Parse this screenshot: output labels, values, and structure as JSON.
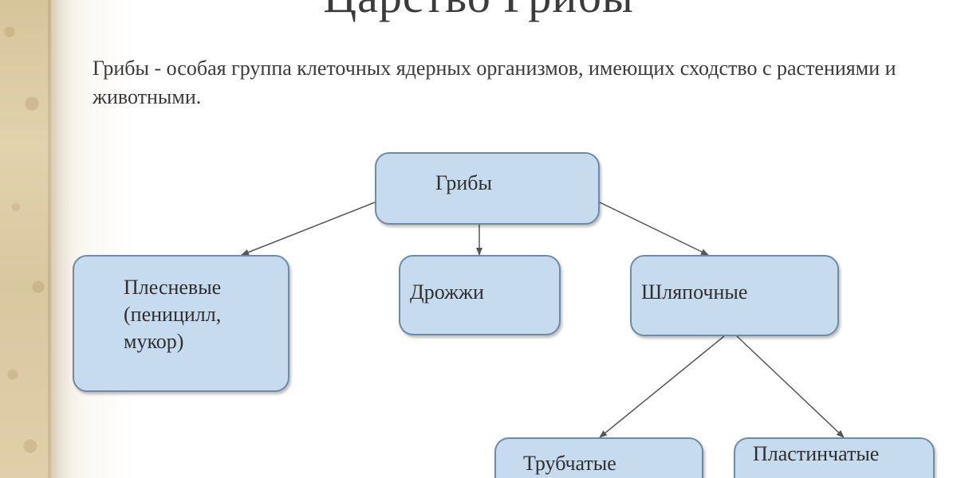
{
  "slide": {
    "title": "Царство Грибы",
    "intro": "Грибы - особая группа клеточных ядерных организмов, имеющих сходство с растениями и животными.",
    "diagram": {
      "nodes": {
        "root": "Грибы",
        "mold": "Плесневые\n(пеницилл,\nмукор)",
        "yeast": "Дрожжи",
        "cap": "Шляпочные",
        "tubular": "Трубчатые",
        "lamellar": "Пластинчатые"
      }
    }
  }
}
